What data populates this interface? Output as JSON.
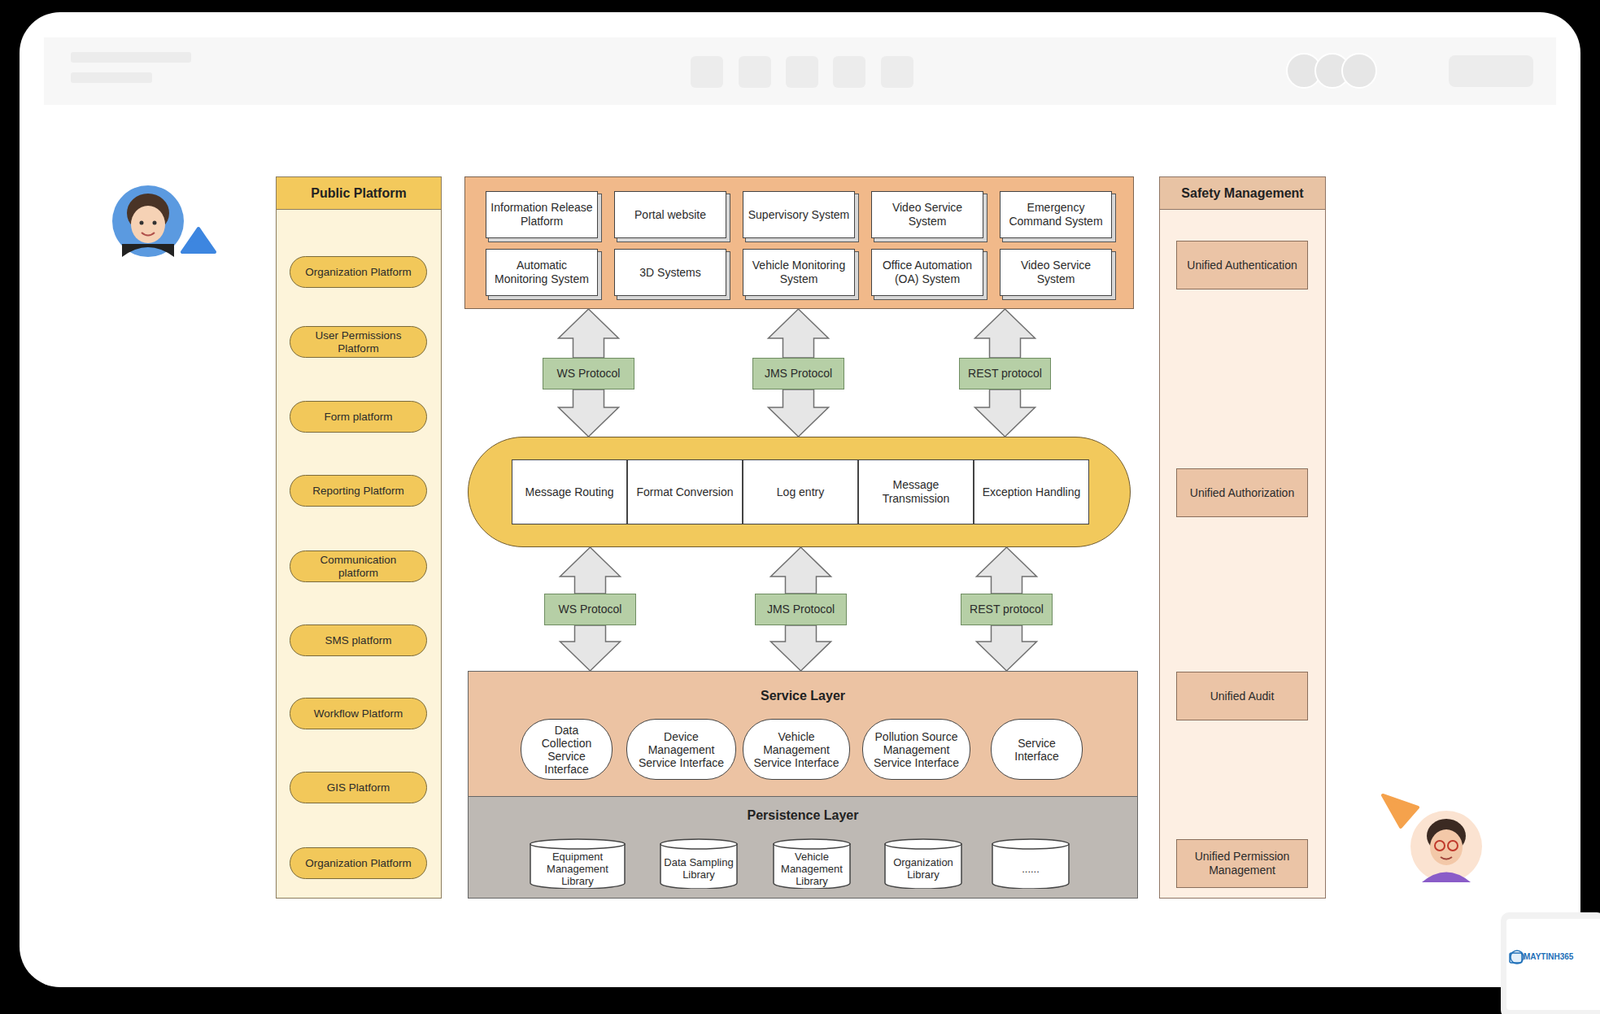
{
  "diagram": {
    "nodes": [
      {
        "text": [
          "Public Platform"
        ]
      },
      {
        "text": [
          "Organization Platform"
        ],
        "in": 0
      },
      {
        "text": [
          "User Permissions Platform"
        ],
        "in": 0
      },
      {
        "text": [
          "Form platform"
        ],
        "in": 0
      },
      {
        "text": [
          "Reporting Platform"
        ],
        "in": 0
      },
      {
        "text": [
          "Communication platform"
        ],
        "in": 0
      },
      {
        "text": [
          "SMS platform"
        ],
        "in": 0
      },
      {
        "text": [
          "Workflow Platform"
        ],
        "in": 0
      },
      {
        "text": [
          "GIS Platform"
        ],
        "in": 0
      },
      {
        "text": [
          "Organization Platform"
        ],
        "in": 0
      },
      {
        "text": []
      },
      {
        "text": [
          "Information Release Platform"
        ],
        "in": 10
      },
      {
        "text": [
          "Portal website"
        ],
        "in": 10
      },
      {
        "text": [
          "Supervisory System"
        ],
        "in": 10
      },
      {
        "text": [
          "Video Service System"
        ],
        "in": 10
      },
      {
        "text": [
          "Emergency Command System"
        ],
        "in": 10
      },
      {
        "text": [
          "Automatic Monitoring System"
        ],
        "in": 10
      },
      {
        "text": [
          "3D Systems"
        ],
        "in": 10
      },
      {
        "text": [
          "Vehicle Monitoring System"
        ],
        "in": 10
      },
      {
        "text": [
          "Office Automation (OA) System"
        ],
        "in": 10
      },
      {
        "text": [
          "Video Service System"
        ],
        "in": 10
      },
      {
        "text": [
          "WS Protocol"
        ]
      },
      {
        "text": [
          "JMS Protocol"
        ]
      },
      {
        "text": [
          "REST protocol"
        ]
      },
      {
        "text": []
      },
      {
        "text": [
          "Message Routing"
        ],
        "in": 24
      },
      {
        "text": [
          "Format Conversion"
        ],
        "in": 24
      },
      {
        "text": [
          "Log entry"
        ],
        "in": 24
      },
      {
        "text": [
          "Message Transmission"
        ],
        "in": 24
      },
      {
        "text": [
          "Exception Handling"
        ],
        "in": 24
      },
      {
        "text": [
          "WS Protocol"
        ]
      },
      {
        "text": [
          "JMS Protocol"
        ]
      },
      {
        "text": [
          "REST protocol"
        ]
      },
      {
        "text": [
          "Service Layer"
        ]
      },
      {
        "text": [
          "Data Collection Service Interface"
        ],
        "in": 33
      },
      {
        "text": [
          "Device Management Service Interface"
        ],
        "in": 33
      },
      {
        "text": [
          "Vehicle Management Service Interface"
        ],
        "in": 33
      },
      {
        "text": [
          "Pollution Source Management Service Interface"
        ],
        "in": 33
      },
      {
        "text": [
          "Service Interface"
        ],
        "in": 33
      },
      {
        "text": [
          "Persistence Layer"
        ]
      },
      {
        "text": [
          "Equipment Management Library"
        ],
        "in": 39
      },
      {
        "text": [
          "Data Sampling Library"
        ],
        "in": 39
      },
      {
        "text": [
          "Vehicle Management Library"
        ],
        "in": 39
      },
      {
        "text": [
          "Organization Library"
        ],
        "in": 39
      },
      {
        "text": [
          "......"
        ],
        "in": 39
      },
      {
        "text": [
          "Safety Management"
        ]
      },
      {
        "text": [
          "Unified Authentication"
        ],
        "in": 45
      },
      {
        "text": [
          "Unified Authorization"
        ],
        "in": 45
      },
      {
        "text": [
          "Unified Audit"
        ],
        "in": 45
      },
      {
        "text": [
          "Unified Permission Management"
        ],
        "in": 45
      }
    ],
    "edges": [
      {
        "from": 21,
        "to": 10,
        "arrow": "to"
      },
      {
        "from": 21,
        "to": 24,
        "arrow": "to"
      },
      {
        "from": 22,
        "to": 10,
        "arrow": "to"
      },
      {
        "from": 22,
        "to": 24,
        "arrow": "to"
      },
      {
        "from": 23,
        "to": 10,
        "arrow": "to"
      },
      {
        "from": 23,
        "to": 24,
        "arrow": "to"
      },
      {
        "from": 30,
        "to": 24,
        "arrow": "to"
      },
      {
        "from": 30,
        "to": 33,
        "arrow": "to"
      },
      {
        "from": 31,
        "to": 24,
        "arrow": "to"
      },
      {
        "from": 31,
        "to": 33,
        "arrow": "to"
      },
      {
        "from": 32,
        "to": 24,
        "arrow": "to"
      },
      {
        "from": 32,
        "to": 33,
        "arrow": "to"
      }
    ],
    "labels": [
      "MAYTINH365"
    ]
  }
}
